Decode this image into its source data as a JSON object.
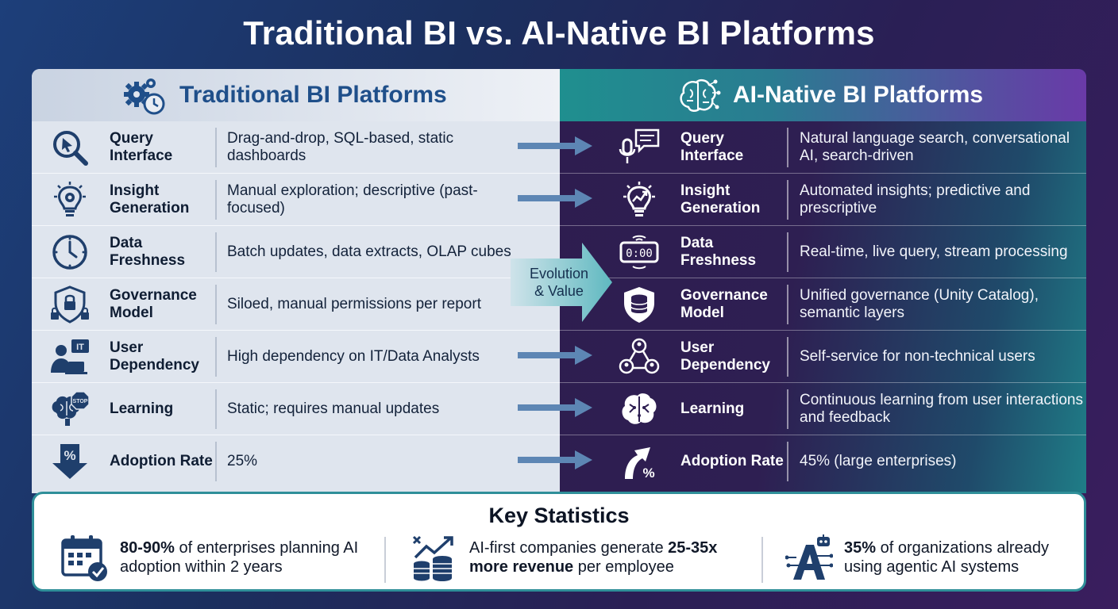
{
  "title": "Traditional BI vs. AI-Native BI Platforms",
  "left_header": "Traditional BI Platforms",
  "right_header": "AI-Native BI Platforms",
  "evolution_label": [
    "Evolution",
    "& Value"
  ],
  "rows": [
    {
      "label": "Query Interface",
      "left_icon": "search-cursor-icon",
      "left": "Drag-and-drop, SQL-based, static dashboards",
      "right_icon": "voice-chat-icon",
      "right": "Natural language search, conversational AI, search-driven"
    },
    {
      "label": "Insight Generation",
      "left_icon": "gear-lightbulb-icon",
      "left": "Manual exploration; descriptive (past-focused)",
      "right_icon": "trend-lightbulb-icon",
      "right": "Automated insights; predictive and prescriptive"
    },
    {
      "label": "Data Freshness",
      "left_icon": "clock-icon",
      "left": "Batch updates, data extracts, OLAP cubes",
      "right_icon": "digital-clock-icon",
      "right": "Real-time, live query, stream processing"
    },
    {
      "label": "Governance Model",
      "left_icon": "shield-locks-icon",
      "left": "Siloed, manual permissions per report",
      "right_icon": "shield-database-icon",
      "right": "Unified governance (Unity Catalog), semantic layers"
    },
    {
      "label": "User Dependency",
      "left_icon": "it-user-icon",
      "left": "High dependency on IT/Data Analysts",
      "right_icon": "user-network-icon",
      "right": "Self-service for non-technical users"
    },
    {
      "label": "Learning",
      "left_icon": "brain-stop-icon",
      "left": "Static; requires manual updates",
      "right_icon": "brain-circuit-icon",
      "right": "Continuous learning from user interactions and feedback"
    },
    {
      "label": "Adoption Rate",
      "left_icon": "percent-down-arrow-icon",
      "left": "25%",
      "right_icon": "percent-up-arrow-icon",
      "right": "45% (large enterprises)"
    }
  ],
  "stats_title": "Key Statistics",
  "stats": [
    {
      "icon": "calendar-check-icon",
      "pre": "",
      "bold1": "80-90%",
      "mid": " of enterprises planning AI adoption within 2 years",
      "bold2": "",
      "post": ""
    },
    {
      "icon": "revenue-growth-icon",
      "pre": "AI-first companies generate ",
      "bold1": "25-35x",
      "mid": " ",
      "bold2": "more revenue",
      "post": " per employee"
    },
    {
      "icon": "ai-agent-icon",
      "pre": "",
      "bold1": "35%",
      "mid": " of organizations already using agentic AI systems",
      "bold2": "",
      "post": ""
    }
  ],
  "colors": {
    "left_header_text": "#1f4f8a",
    "accent_teal": "#2f8f99",
    "arrow_blue": "#5d86b4"
  }
}
